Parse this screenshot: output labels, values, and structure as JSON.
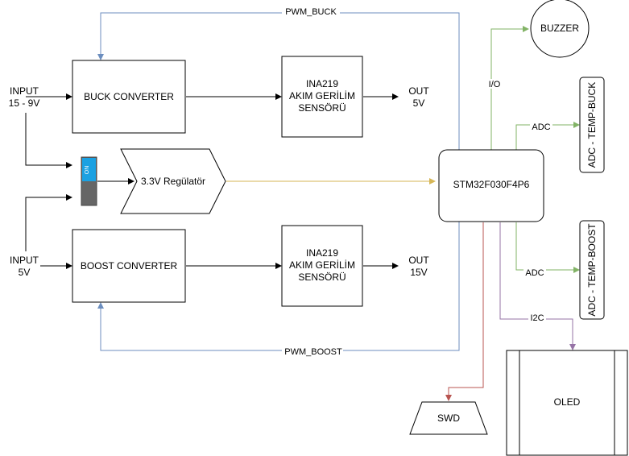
{
  "blocks": {
    "buck": "BUCK CONVERTER",
    "boost": "BOOST CONVERTER",
    "ina_buck": [
      "INA219",
      "AKIM GERİLİM",
      "SENSÖRÜ"
    ],
    "ina_boost": [
      "INA219",
      "AKIM GERİLİM",
      "SENSÖRÜ"
    ],
    "regulator": "3.3V Regülatör",
    "mcu": "STM32F030F4P6",
    "buzzer": "BUZZER",
    "oled": "OLED",
    "swd": "SWD",
    "adc_temp_buck": "ADC - TEMP-BUCK",
    "adc_temp_boost": "ADC - TEMP-BOOST",
    "switch_on": "ON"
  },
  "inputs": {
    "buck": [
      "INPUT",
      "15 - 9V"
    ],
    "boost": [
      "INPUT",
      "5V"
    ]
  },
  "outputs": {
    "buck": [
      "OUT",
      "5V"
    ],
    "boost": [
      "OUT",
      "15V"
    ]
  },
  "signals": {
    "pwm_buck": "PWM_BUCK",
    "pwm_boost": "PWM_BOOST",
    "io": "I/O",
    "adc1": "ADC",
    "adc2": "ADC",
    "i2c": "I2C"
  },
  "colors": {
    "pwm": "#6c8ebf",
    "adc_io": "#82b366",
    "power": "#d6b656",
    "i2c": "#9673a6",
    "swd": "#b85450",
    "switch_on": "#1ba1e2",
    "switch_off": "#666666"
  }
}
